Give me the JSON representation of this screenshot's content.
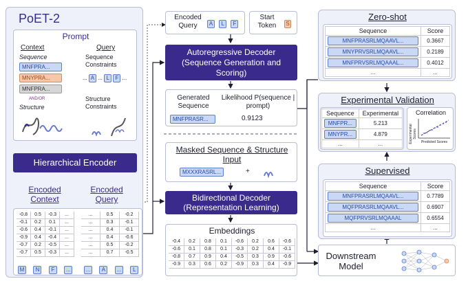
{
  "poet": {
    "title": "PoET-2",
    "prompt_title": "Prompt",
    "context_title": "Context",
    "query_title": "Query",
    "sequence_label": "Sequence",
    "context_seqs": [
      "MNFPRA...",
      "MNYPRA...",
      "MNFPRA..."
    ],
    "context_seq_colors": [
      "#c9d8f5",
      "#f6c7a8",
      "#d6d6d6"
    ],
    "and_or": "AND/OR",
    "structure_label": "Structure",
    "seq_constraints": "Sequence Constraints",
    "struct_constraints": "Structure Constraints",
    "query_tokens": [
      "...",
      "A",
      "...",
      "L",
      "F",
      "..."
    ],
    "hier_encoder": "Hierarchical Encoder",
    "encoded_context": "Encoded Context",
    "encoded_query": "Encoded Query",
    "ctx_matrix": [
      "-0.8",
      "0.5",
      "-0.3",
      "...",
      "-0.1",
      "0.2",
      "0.1",
      "...",
      "-0.6",
      "0.4",
      "-0.1",
      "...",
      "-0.9",
      "0.4",
      "-0.4",
      "...",
      "-0.7",
      "0.2",
      "-0.5",
      "...",
      "-0.7",
      "0.5",
      "-0.3",
      "..."
    ],
    "qry_matrix": [
      "...",
      "0.5",
      "-0.2",
      "...",
      "0.3",
      "-0.1",
      "...",
      "0.4",
      "-0.1",
      "...",
      "0.4",
      "-0.6",
      "...",
      "0.5",
      "-0.2",
      "...",
      "0.7",
      "-0.5"
    ],
    "ctx_tokens": [
      "M",
      "N",
      "F",
      "..."
    ],
    "qry_tokens": [
      "...",
      "A",
      "...",
      "L"
    ]
  },
  "middle": {
    "encoded_query_label": "Encoded Query",
    "eq_tokens": [
      "A",
      "L",
      "F"
    ],
    "start_token_label": "Start Token",
    "start_token": "S",
    "ar_decoder": "Autoregressive Decoder (Sequence Generation and Scoring)",
    "generated_seq_label": "Generated Sequence",
    "likelihood_label": "Likelihood P(sequence | prompt)",
    "generated_seq": "MNFPRASR...",
    "likelihood_value": "0.9123",
    "masked_title": "Masked Sequence & Structure Input",
    "masked_seq": "MXXXRASRL...",
    "plus": "+",
    "bi_decoder": "Bidirectional Decoder (Representation Learning)",
    "embeddings_title": "Embeddings",
    "emb_matrix": [
      "-0.4",
      "0.2",
      "0.8",
      "0.1",
      "-0.6",
      "0.2",
      "0.6",
      "-0.6",
      "-0.6",
      "0.1",
      "0.8",
      "0.1",
      "-0.3",
      "0.2",
      "0.4",
      "-0.1",
      "-0.8",
      "0.7",
      "0.9",
      "0.4",
      "-0.5",
      "0.3",
      "0.9",
      "-0.6",
      "-0.9",
      "0.3",
      "0.6",
      "0.2",
      "-0.9",
      "0.3",
      "0.4",
      "-0.9"
    ]
  },
  "zero_shot": {
    "title": "Zero-shot",
    "headers": [
      "Sequence",
      "Score"
    ],
    "rows": [
      {
        "seq": "MNFPRASRLMQAAVL...",
        "score": "0.3667"
      },
      {
        "seq": "MNYPRVSRLMQAAVL...",
        "score": "0.2189"
      },
      {
        "seq": "MNFPRVSRLMQAAAL...",
        "score": "0.4012"
      }
    ],
    "ellipsis": "..."
  },
  "exp_val": {
    "title": "Experimental Validation",
    "headers": [
      "Sequence",
      "Experimental"
    ],
    "rows": [
      {
        "seq": "MNFPR...",
        "value": "5.213"
      },
      {
        "seq": "MNYPR...",
        "value": "4.879"
      }
    ],
    "ellipsis": "...",
    "corr_title": "Correlation",
    "corr_ylabel": "Experimental Scores",
    "corr_xlabel": "Predicted Scores"
  },
  "supervised": {
    "title": "Supervised",
    "headers": [
      "Sequence",
      "Score"
    ],
    "rows": [
      {
        "seq": "MNFPRASRLMQAAVL...",
        "score": "0.7789"
      },
      {
        "seq": "MQFPRASRLMQAAVL...",
        "score": "0.6907"
      },
      {
        "seq": "MQFPRVSRLMQAAAL",
        "score": "0.6554"
      }
    ],
    "ellipsis": "..."
  },
  "downstream": "Downstream Model"
}
